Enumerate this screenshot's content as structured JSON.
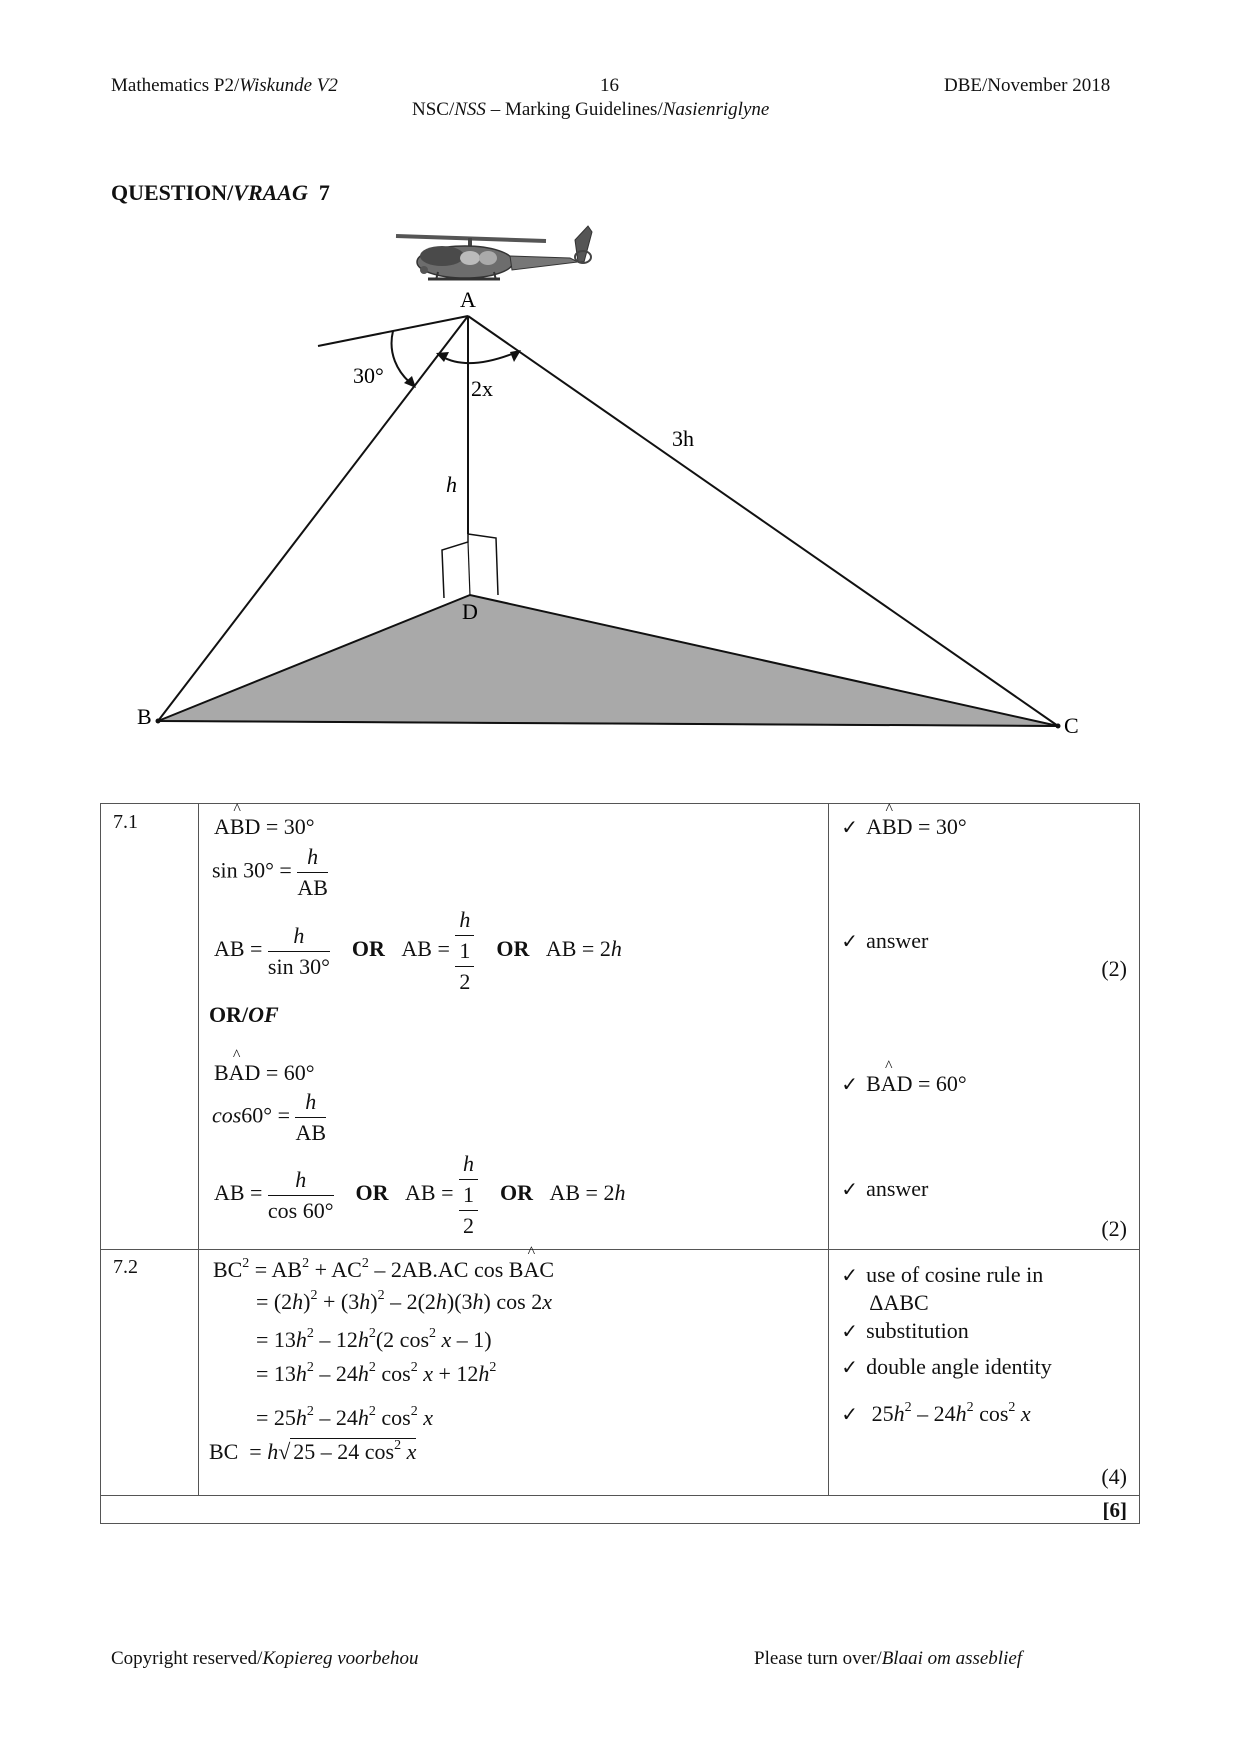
{
  "header": {
    "left_a": "Mathematics P2/",
    "left_b": "Wiskunde V2",
    "page": "16",
    "right": "DBE/November 2018",
    "sub_a": "NSC/",
    "sub_b": "NSS",
    "sub_c": " – Marking Guidelines/",
    "sub_d": "Nasienriglyne"
  },
  "question": {
    "a": "QUESTION/",
    "b": "VRAAG",
    "c": "  7"
  },
  "diagram": {
    "labels": {
      "A": "A",
      "B": "B",
      "C": "C",
      "D": "D"
    },
    "angle_30": "30°",
    "angle_2x": "2x",
    "side_3h": "3h",
    "side_h": "h"
  },
  "table": {
    "q71": "7.1",
    "q72": "7.2",
    "total": "[6]",
    "m71_a": "(2)",
    "m71_b": "(2)",
    "m72": "(4)",
    "or": "OR",
    "or_of_a": "OR/",
    "or_of_b": "OF",
    "marks": {
      "abd": "ABD = 30°",
      "answer": "answer",
      "bad": "BAD = 60°",
      "cosine_rule": "use of cosine rule in",
      "abc": "ΔABC",
      "substitution": "substitution",
      "double_angle": "double angle identity",
      "final": "25h² – 24h² cos² x"
    }
  },
  "footer": {
    "left_a": "Copyright reserved/",
    "left_b": "Kopiereg voorbehou",
    "right_a": "Please turn over/",
    "right_b": "Blaai om asseblief"
  }
}
